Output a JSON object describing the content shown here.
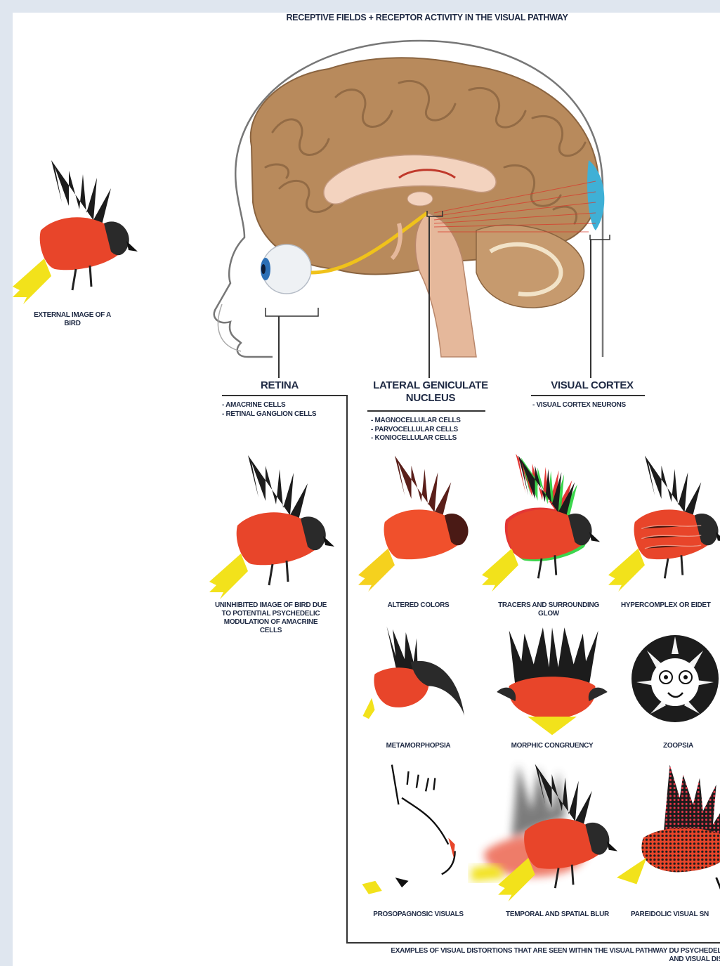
{
  "title": "RECEPTIVE FIELDS + RECEPTOR ACTIVITY IN THE VISUAL PATHWAY",
  "external_label": "EXTERNAL IMAGE OF A BIRD",
  "sections": {
    "retina": {
      "heading": "RETINA",
      "items": [
        "- AMACRINE CELLS",
        "- RETINAL GANGLION CELLS"
      ],
      "caption": "UNINHIBITED IMAGE OF BIRD DUE TO POTENTIAL PSYCHEDELIC MODULATION OF AMACRINE CELLS"
    },
    "lgn": {
      "heading": "LATERAL GENICULATE NUCLEUS",
      "items": [
        "- MAGNOCELLULAR CELLS",
        "- PARVOCELLULAR  CELLS",
        "- KONIOCELLULAR CELLS"
      ]
    },
    "cortex": {
      "heading": "VISUAL CORTEX",
      "items": [
        "- VISUAL CORTEX NEURONS"
      ]
    }
  },
  "distortions": [
    {
      "label": "ALTERED COLORS",
      "icon": "bird-altered-colors"
    },
    {
      "label": "TRACERS AND SURROUNDING GLOW",
      "icon": "bird-tracers"
    },
    {
      "label": "HYPERCOMPLEX OR EIDET",
      "icon": "bird-hypercomplex"
    },
    {
      "label": "METAMORPHOPSIA",
      "icon": "bird-metamorphopsia"
    },
    {
      "label": "MORPHIC CONGRUENCY",
      "icon": "bird-morphic-congruency"
    },
    {
      "label": "ZOOPSIA",
      "icon": "zoopsia-face"
    },
    {
      "label": "PROSOPAGNOSIC VISUALS",
      "icon": "bird-prosopagnosic"
    },
    {
      "label": "TEMPORAL AND SPATIAL BLUR",
      "icon": "bird-blur"
    },
    {
      "label": "PAREIDOLIC VISUAL SN",
      "icon": "bird-pareidolic"
    }
  ],
  "footer": "EXAMPLES OF VISUAL DISTORTIONS THAT ARE SEEN WITHIN THE VISUAL PATHWAY DU PSYCHEDELICS AND VISUAL DISOR",
  "colors": {
    "brain": "#b88a5c",
    "bird_body": "#e8452a",
    "bird_wing": "#1c1c1c",
    "bird_tail": "#f2e21b",
    "cortex_blue": "#3fb0d6",
    "optic_nerve": "#f0c21a"
  }
}
